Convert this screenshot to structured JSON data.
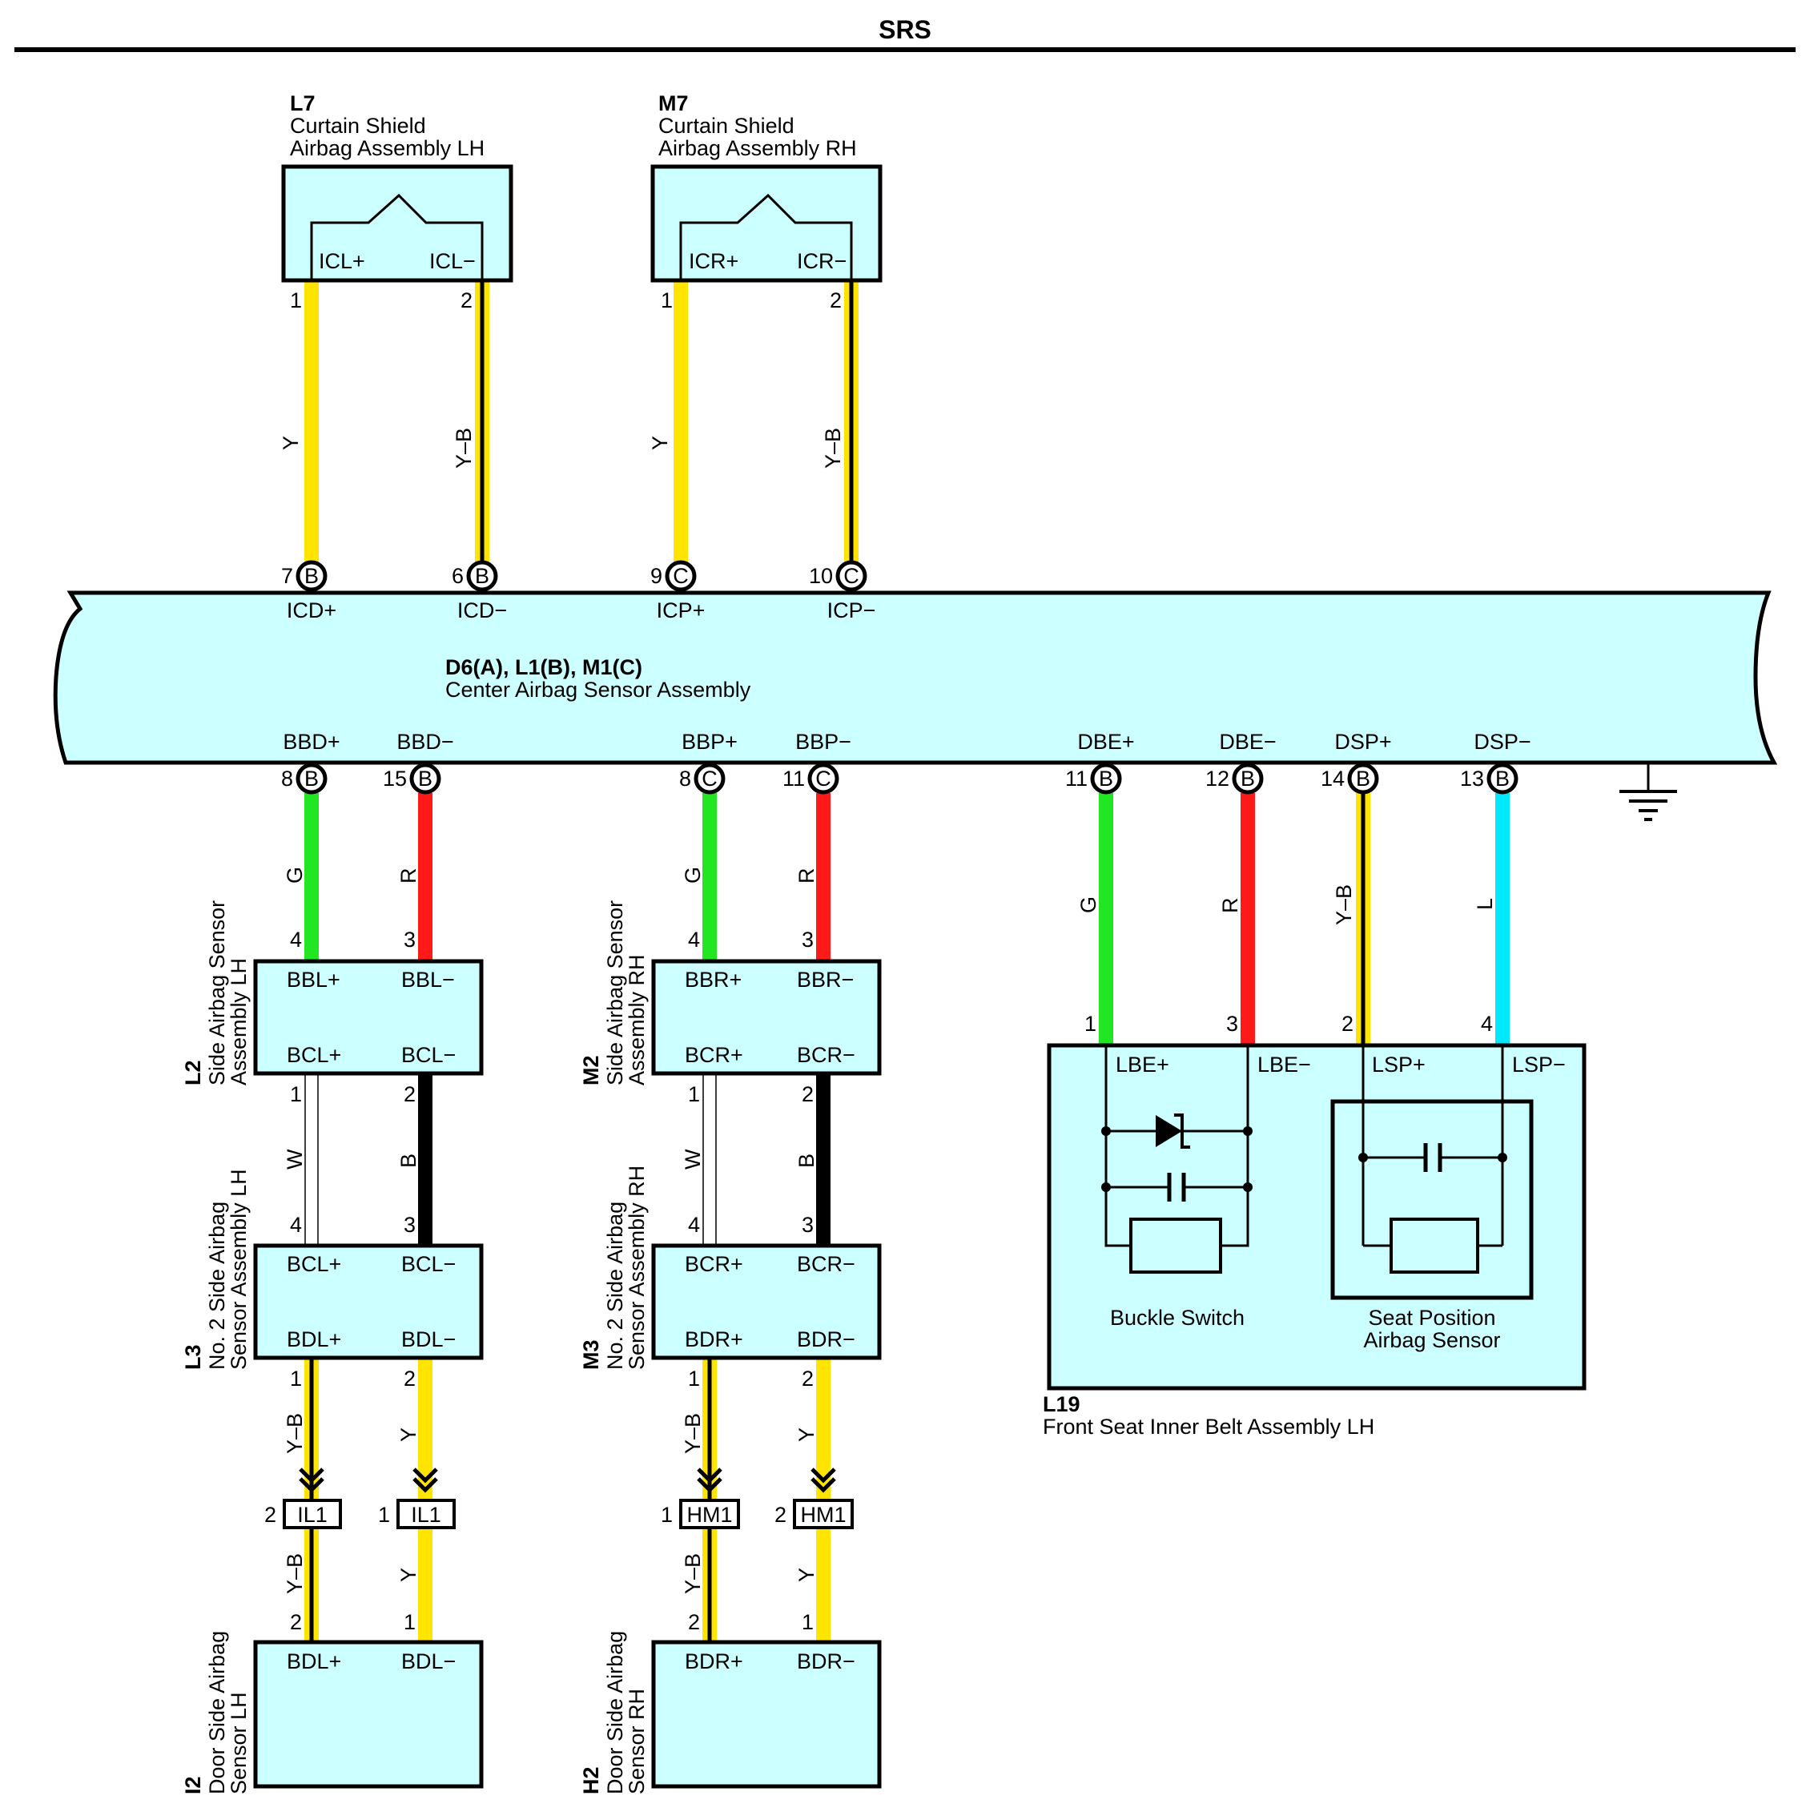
{
  "page": {
    "title": "SRS"
  },
  "colors": {
    "Y": "#ffe400",
    "G": "#22e622",
    "R": "#ff1a1a",
    "L": "#00e8ff",
    "W": "#ffffff",
    "B": "#000000",
    "box_fill": "#ccffff"
  },
  "ecu": {
    "codes": "D6(A), L1(B), M1(C)",
    "name": "Center Airbag Sensor Assembly",
    "pins_top": [
      {
        "pin": "7",
        "conn": "B",
        "label": "ICD+"
      },
      {
        "pin": "6",
        "conn": "B",
        "label": "ICD−"
      },
      {
        "pin": "9",
        "conn": "C",
        "label": "ICP+"
      },
      {
        "pin": "10",
        "conn": "C",
        "label": "ICP−"
      }
    ],
    "pins_bottom": [
      {
        "pin": "8",
        "conn": "B",
        "label": "BBD+"
      },
      {
        "pin": "15",
        "conn": "B",
        "label": "BBD−"
      },
      {
        "pin": "8",
        "conn": "C",
        "label": "BBP+"
      },
      {
        "pin": "11",
        "conn": "C",
        "label": "BBP−"
      },
      {
        "pin": "11",
        "conn": "B",
        "label": "DBE+"
      },
      {
        "pin": "12",
        "conn": "B",
        "label": "DBE−"
      },
      {
        "pin": "14",
        "conn": "B",
        "label": "DSP+"
      },
      {
        "pin": "13",
        "conn": "B",
        "label": "DSP−"
      }
    ]
  },
  "components": [
    {
      "code": "L7",
      "name1": "Curtain Shield",
      "name2": "Airbag Assembly LH",
      "t1": "ICL+",
      "t2": "ICL−"
    },
    {
      "code": "M7",
      "name1": "Curtain Shield",
      "name2": "Airbag Assembly RH",
      "t1": "ICR+",
      "t2": "ICR−"
    },
    {
      "code": "L2",
      "name1": "Side Airbag Sensor",
      "name2": "Assembly LH",
      "t1": "BBL+",
      "t2": "BBL−",
      "t3": "BCL+",
      "t4": "BCL−"
    },
    {
      "code": "M2",
      "name1": "Side Airbag Sensor",
      "name2": "Assembly RH",
      "t1": "BBR+",
      "t2": "BBR−",
      "t3": "BCR+",
      "t4": "BCR−"
    },
    {
      "code": "L3",
      "name1": "No. 2 Side Airbag",
      "name2": "Sensor Assembly LH",
      "t1": "BCL+",
      "t2": "BCL−",
      "t3": "BDL+",
      "t4": "BDL−"
    },
    {
      "code": "M3",
      "name1": "No. 2 Side Airbag",
      "name2": "Sensor Assembly RH",
      "t1": "BCR+",
      "t2": "BCR−",
      "t3": "BDR+",
      "t4": "BDR−"
    },
    {
      "code": "I2",
      "name1": "Door Side Airbag",
      "name2": "Sensor LH",
      "t1": "BDL+",
      "t2": "BDL−"
    },
    {
      "code": "H2",
      "name1": "Door Side Airbag",
      "name2": "Sensor RH",
      "t1": "BDR+",
      "t2": "BDR−"
    },
    {
      "code": "L19",
      "name1": "Front Seat Inner Belt Assembly LH",
      "t1": "LBE+",
      "t2": "LBE−",
      "t3": "LSP+",
      "t4": "LSP−",
      "sub1": "Buckle Switch",
      "sub2a": "Seat Position",
      "sub2b": "Airbag Sensor"
    }
  ],
  "junctions": [
    {
      "id": "IL1",
      "pin_a": "2",
      "pin_b": "1"
    },
    {
      "id": "HM1",
      "pin_a": "1",
      "pin_b": "2"
    }
  ],
  "wire_colors": {
    "y": "Y",
    "yb": "Y–B",
    "g": "G",
    "r": "R",
    "w": "W",
    "b": "B",
    "l": "L"
  },
  "pin_numbers": {
    "n1": "1",
    "n2": "2",
    "n3": "3",
    "n4": "4"
  }
}
